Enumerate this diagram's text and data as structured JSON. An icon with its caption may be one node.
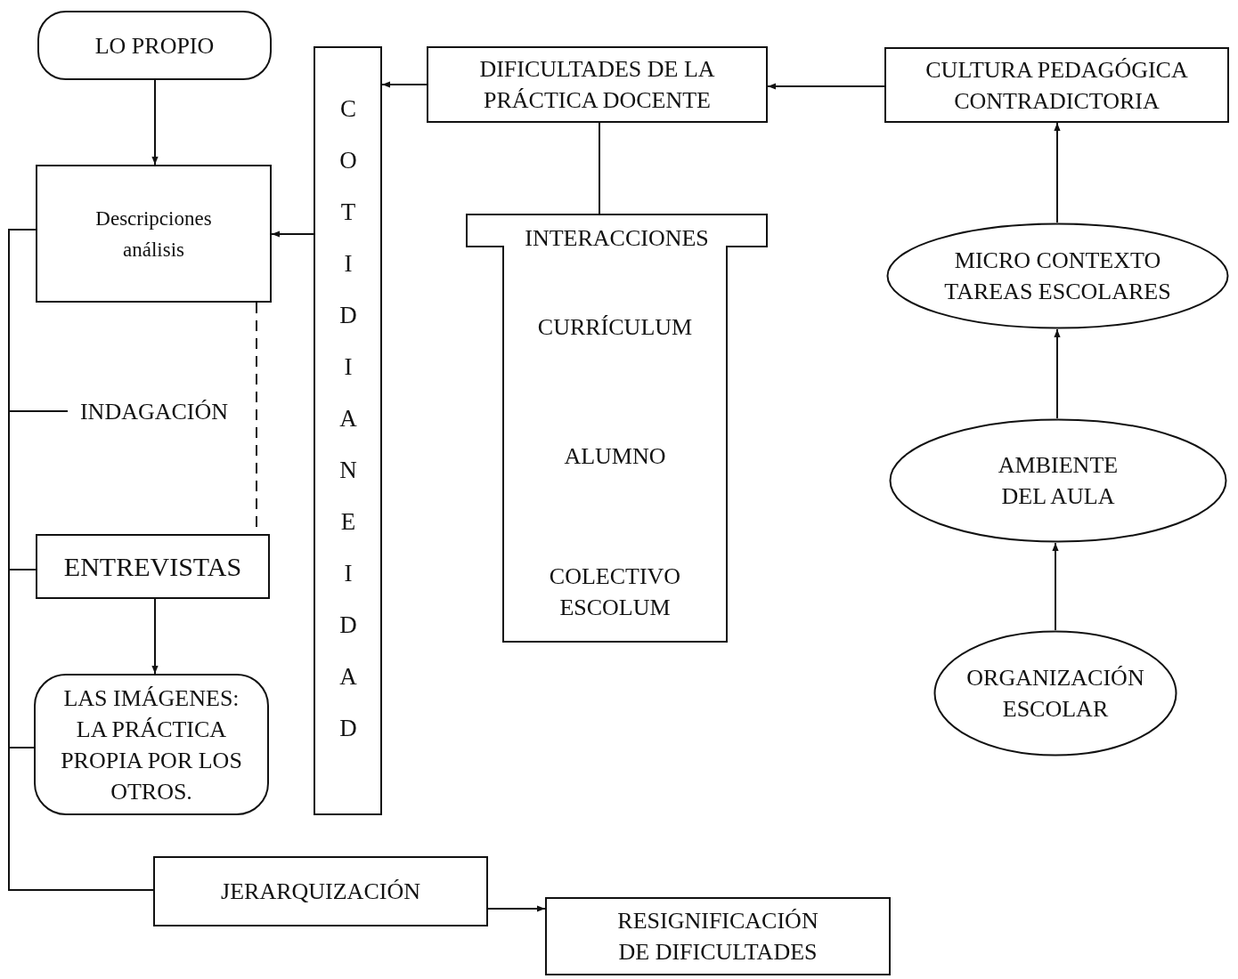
{
  "diagram": {
    "nodes": [
      {
        "text": [
          "LO PROPIO"
        ]
      },
      {
        "text": [
          "COTIDIANEIDAD"
        ]
      },
      {
        "text": [
          "DIFICULTADES DE LA PRÁCTICA DOCENTE"
        ]
      },
      {
        "text": [
          "CULTURA PEDAGÓGICA CONTRADICTORIA"
        ]
      },
      {
        "text": [
          "Descripciones análisis"
        ]
      },
      {
        "text": [
          "INTERACCIONES",
          "CURRÍCULUM",
          "ALUMNO",
          "COLECTIVO ESCOLUM"
        ]
      },
      {
        "text": [
          "MICRO CONTEXTO TAREAS ESCOLARES"
        ]
      },
      {
        "text": [
          "INDAGACIÓN"
        ]
      },
      {
        "text": [
          "AMBIENTE DEL AULA"
        ]
      },
      {
        "text": [
          "ENTREVISTAS"
        ]
      },
      {
        "text": [
          "LAS IMÁGENES: LA PRÁCTICA PROPIA POR LOS OTROS."
        ]
      },
      {
        "text": [
          "ORGANIZACIÓN ESCOLAR"
        ]
      },
      {
        "text": [
          "JERARQUIZACIÓN"
        ]
      },
      {
        "text": [
          "RESIGNIFICACIÓN DE DIFICULTADES"
        ]
      }
    ],
    "edges": [
      {
        "from": 0,
        "to": 4,
        "arrow": "to"
      },
      {
        "from": 1,
        "to": 4,
        "arrow": "to"
      },
      {
        "from": 2,
        "to": 1,
        "arrow": "to"
      },
      {
        "from": 3,
        "to": 2,
        "arrow": "to"
      },
      {
        "from": 2,
        "to": 5,
        "arrow": "none"
      },
      {
        "from": 6,
        "to": 3,
        "arrow": "to"
      },
      {
        "from": 8,
        "to": 6,
        "arrow": "to"
      },
      {
        "from": 11,
        "to": 8,
        "arrow": "to"
      },
      {
        "from": 4,
        "to": 9,
        "arrow": "none",
        "style": "dashed"
      },
      {
        "from": 9,
        "to": 10,
        "arrow": "to"
      },
      {
        "from": 12,
        "to": 13,
        "arrow": "to"
      },
      {
        "from": 4,
        "to": 12,
        "arrow": "none"
      },
      {
        "from": 7,
        "to": 12,
        "arrow": "none"
      },
      {
        "from": 9,
        "to": 12,
        "arrow": "none"
      },
      {
        "from": 10,
        "to": 12,
        "arrow": "none"
      }
    ]
  }
}
